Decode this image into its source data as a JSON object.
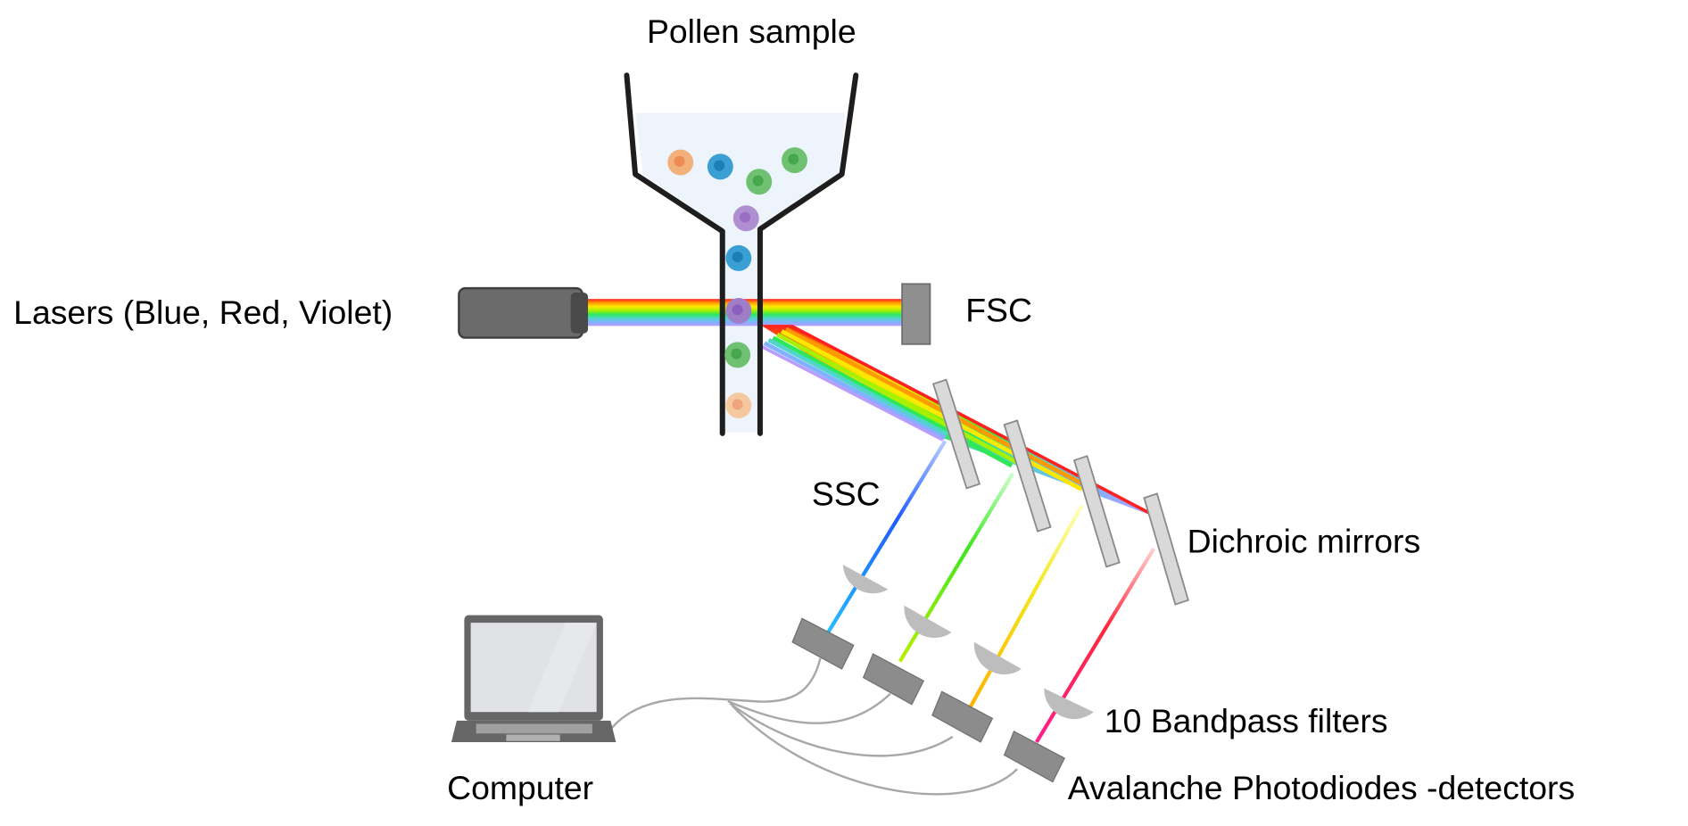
{
  "title": "Flow cytometry pollen detection setup",
  "labels": {
    "pollen_sample": "Pollen sample",
    "lasers": "Lasers (Blue, Red, Violet)",
    "fsc": "FSC",
    "ssc": "SSC",
    "dichroic_mirrors": "Dichroic mirrors",
    "bandpass_filters": "10 Bandpass filters",
    "detectors": "Avalanche Photodiodes -detectors",
    "computer": "Computer"
  },
  "colors": {
    "funnel_stroke": "#1e1e1e",
    "fluid": "#edf4fc",
    "device_gray": "#6b6b6b",
    "mirror_fill": "#d9d9d9",
    "filter_fill": "#bdbdbd",
    "detector_fill": "#8c8c8c",
    "cable": "#a8a8a8",
    "beam_spectrum": [
      "#ff2020",
      "#ff9a00",
      "#ffe800",
      "#a6f000",
      "#2ee85a",
      "#4fd6c8",
      "#7fb2ff",
      "#b89cff"
    ],
    "emission_channels": [
      "#1e73ff",
      "#3ee61e",
      "#f2e81e",
      "#ff2a3a"
    ]
  },
  "particles": [
    {
      "color": "#f2b07a",
      "core": "#ee8a55"
    },
    {
      "color": "#3a9fd2",
      "core": "#1e7fb8"
    },
    {
      "color": "#6fc070",
      "core": "#45a84e"
    },
    {
      "color": "#6fc070",
      "core": "#45a84e"
    },
    {
      "color": "#b08fd0",
      "core": "#9a6ec4"
    },
    {
      "color": "#3a9fd2",
      "core": "#1e7fb8"
    },
    {
      "color": "#9f7ec7",
      "core": "#8a5fbf"
    },
    {
      "color": "#6fc070",
      "core": "#45a84e"
    },
    {
      "color": "#f5c9a0",
      "core": "#f0a47c"
    }
  ]
}
